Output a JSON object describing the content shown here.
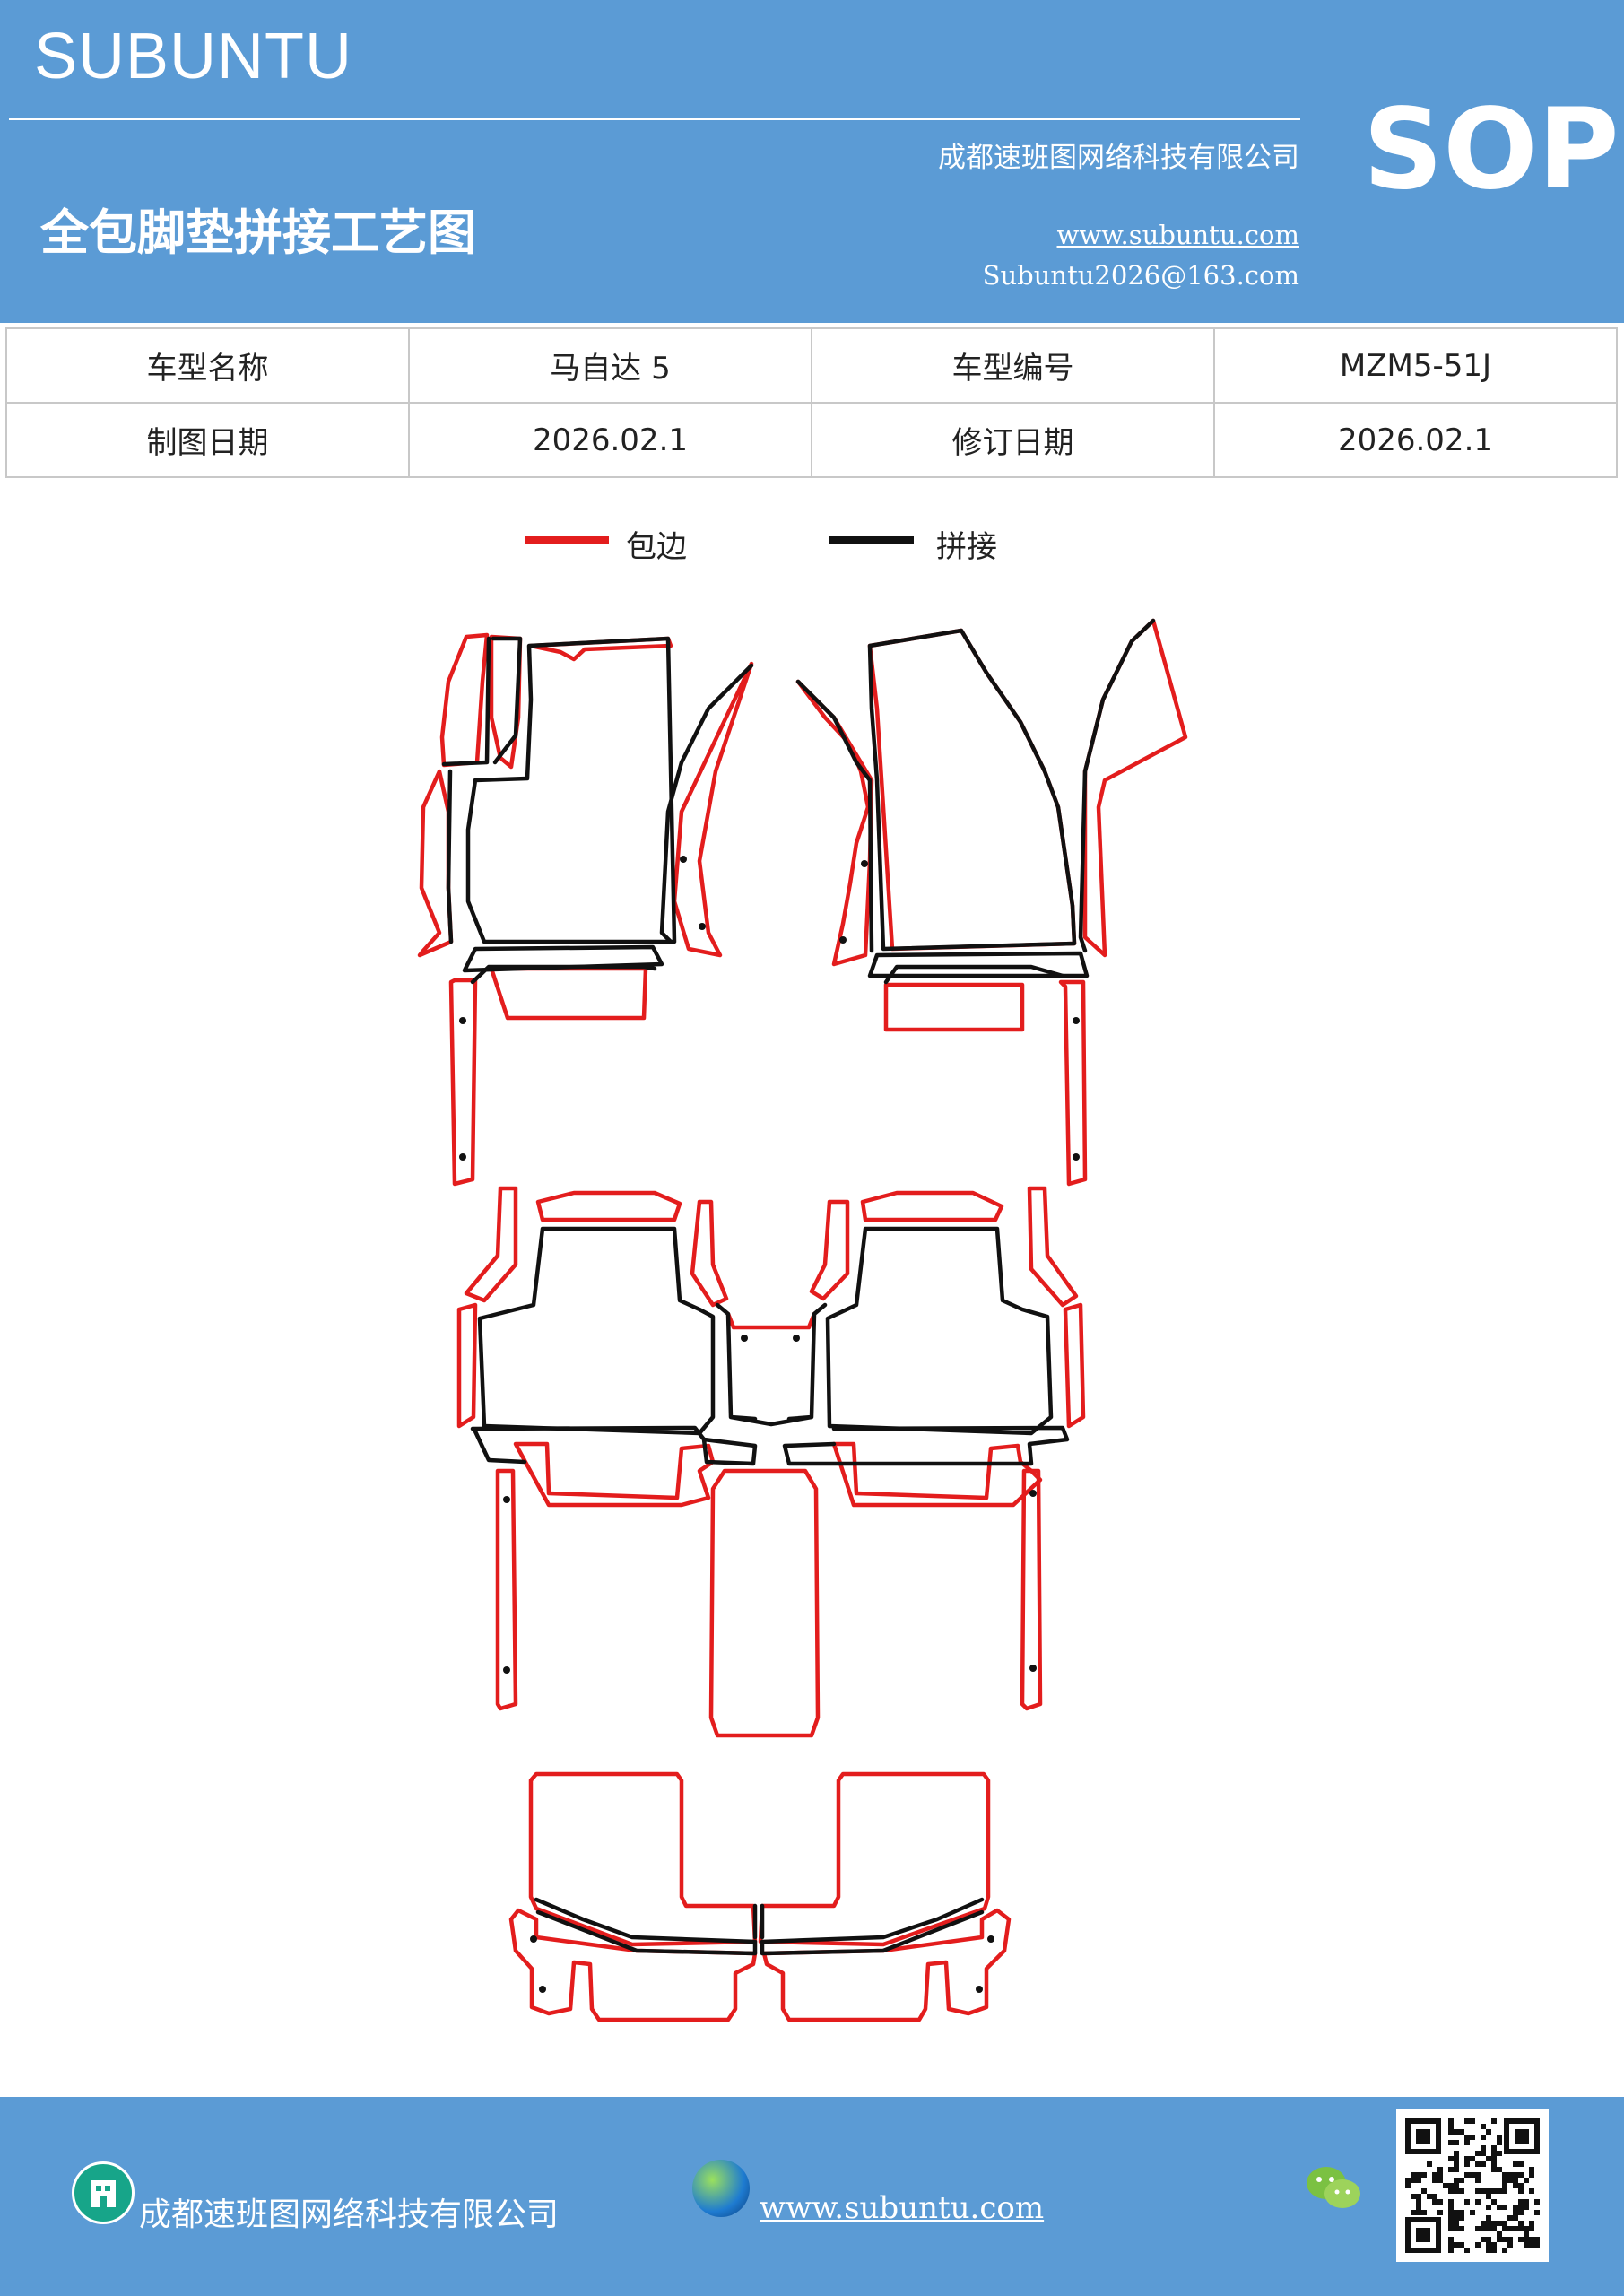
{
  "header": {
    "brand": "SUBUNTU",
    "company": "成都速班图网络科技有限公司",
    "title": "全包脚垫拼接工艺图",
    "website": "www.subuntu.com",
    "email": "Subuntu2026@163.com",
    "sop": "SOP"
  },
  "info_table": {
    "rows": [
      [
        "车型名称",
        "马自达 5",
        "车型编号",
        "MZM5-51J"
      ],
      [
        "制图日期",
        "2026.02.1",
        "修订日期",
        "2026.02.1"
      ]
    ]
  },
  "legend": {
    "edge_label": "包边",
    "edge_color": "#e31d1d",
    "joint_label": "拼接",
    "joint_color": "#111111"
  },
  "footer": {
    "company": "成都速班图网络科技有限公司",
    "website": "www.subuntu.com",
    "icons": [
      "building-icon",
      "globe-icon",
      "wechat-icon",
      "qr-code"
    ]
  }
}
